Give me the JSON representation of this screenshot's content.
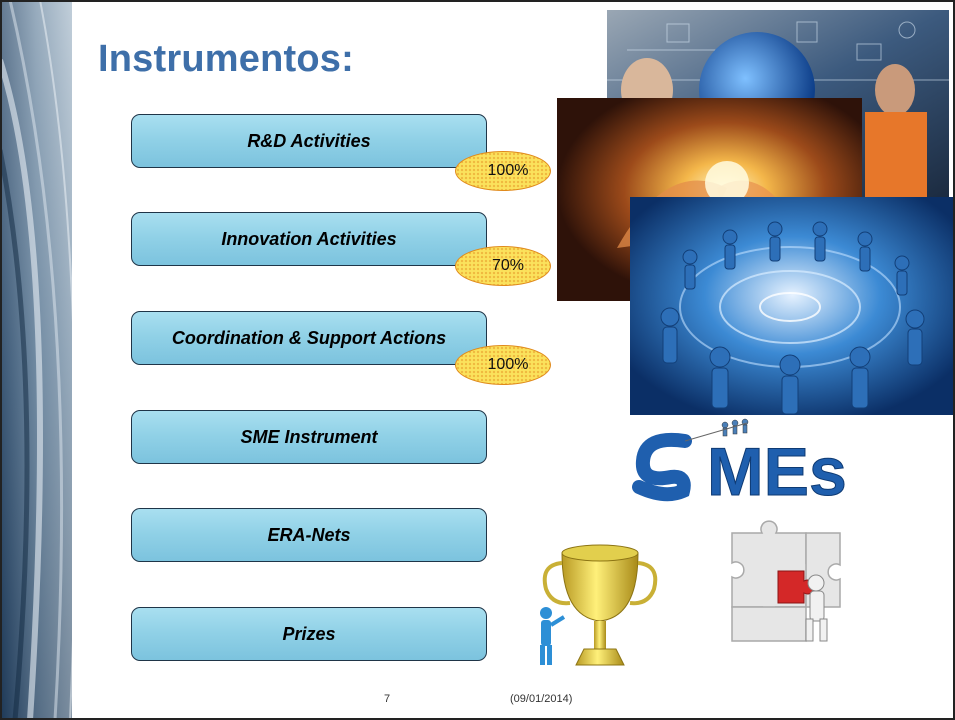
{
  "slide": {
    "title": "Instrumentos:",
    "instruments": [
      {
        "label": "R&D Activities",
        "badge": "100%"
      },
      {
        "label": "Innovation Activities",
        "badge": "70%"
      },
      {
        "label": "Coordination & Support Actions",
        "badge": "100%"
      },
      {
        "label": "SME Instrument"
      },
      {
        "label": "ERA-Nets"
      },
      {
        "label": "Prizes"
      }
    ],
    "smes_logo_text": "MEs",
    "footer": {
      "page_number": "7",
      "date": "(09/01/2014)"
    }
  },
  "colors": {
    "title": "#3e6fa9",
    "box_fill": "#8fd0e6",
    "box_border": "#1f3548",
    "badge_fill": "#fbe25c",
    "badge_border": "#e08a1c",
    "smes_blue": "#1f5fae"
  }
}
